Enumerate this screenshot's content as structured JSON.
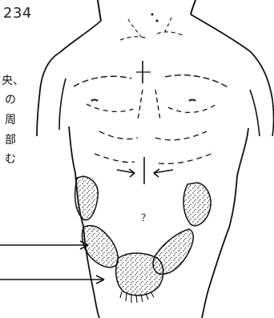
{
  "page": {
    "number": "234",
    "side_text": [
      "央、",
      "の",
      "周",
      "部",
      "む"
    ]
  },
  "figure": {
    "center_mark": "？",
    "ink_color": "#111111",
    "stipple_color": "#333333"
  }
}
